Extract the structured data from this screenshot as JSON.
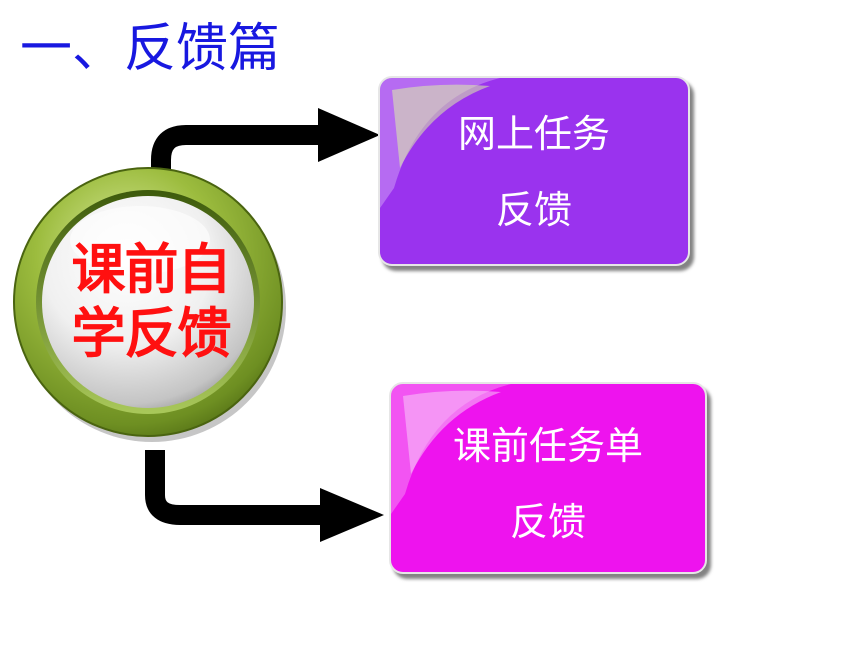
{
  "title": "一、反馈篇",
  "center": {
    "line1": "课前自",
    "line2": "学反馈"
  },
  "boxes": [
    {
      "line1": "网上任务",
      "line2": "反馈",
      "color": "#9a33ee"
    },
    {
      "line1": "课前任务单",
      "line2": "反馈",
      "color": "#ee13ee"
    }
  ],
  "colors": {
    "title": "#1818e0",
    "center_text": "#ff1010",
    "ring": "#8fb13a",
    "arrow": "#000000"
  }
}
